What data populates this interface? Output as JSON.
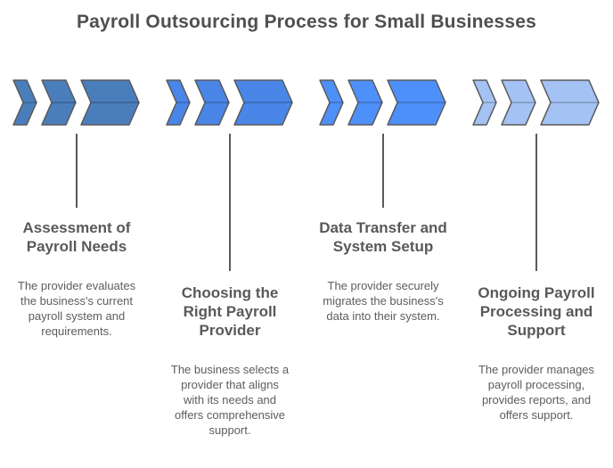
{
  "title": "Payroll Outsourcing Process for Small Businesses",
  "steps": [
    {
      "title": "Assessment of Payroll Needs",
      "description": "The provider evaluates the business's current payroll system and requirements.",
      "arrow_color": "#4A7EBB"
    },
    {
      "title": "Choosing the Right Payroll Provider",
      "description": "The business selects a provider that aligns with its needs and offers comprehensive support.",
      "arrow_color": "#4A86E8"
    },
    {
      "title": "Data Transfer and System Setup",
      "description": "The provider securely migrates the business's data into their system.",
      "arrow_color": "#4E90FA"
    },
    {
      "title": "Ongoing Payroll Processing and Support",
      "description": "The provider manages payroll processing, provides reports, and offers support.",
      "arrow_color": "#A4C2F4"
    }
  ],
  "colors": {
    "background": "#FFFFFF",
    "outline": "#595959",
    "title_text": "#4F4F4F",
    "heading_text": "#595959",
    "body_text": "#5D5D5D",
    "connector_line": "#595959",
    "chevron_fold_line": "rgba(0,0,0,0.28)"
  }
}
